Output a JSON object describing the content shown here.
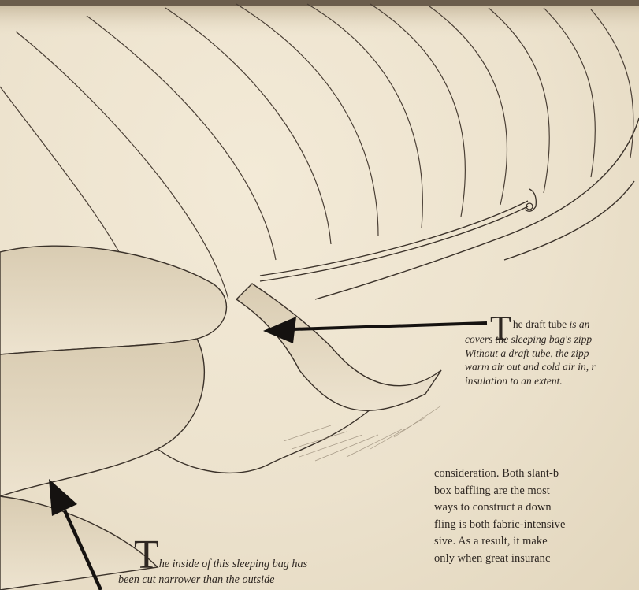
{
  "captions": {
    "draft_tube": {
      "drop_cap": "T",
      "lead": "he draft tube",
      "rest_first": " is an",
      "lines": [
        "covers the sleeping bag's zipp",
        "Without a draft tube, the zipp",
        "warm air out and cold air in, r",
        "insulation to an extent."
      ]
    },
    "inside_bag": {
      "drop_cap": "T",
      "line1": "he inside of this sleeping bag has",
      "line2": "been cut narrower than the outside"
    }
  },
  "body_text": {
    "lines": [
      "consideration. Both slant-b",
      "box baffling are the most",
      "ways to construct a down",
      "fling is both fabric-intensive",
      "sive. As a result, it make",
      "only when great insuranc"
    ]
  },
  "colors": {
    "paper": "#ece2cd",
    "ink": "#2e2722",
    "shading": "#8a7c6a"
  }
}
